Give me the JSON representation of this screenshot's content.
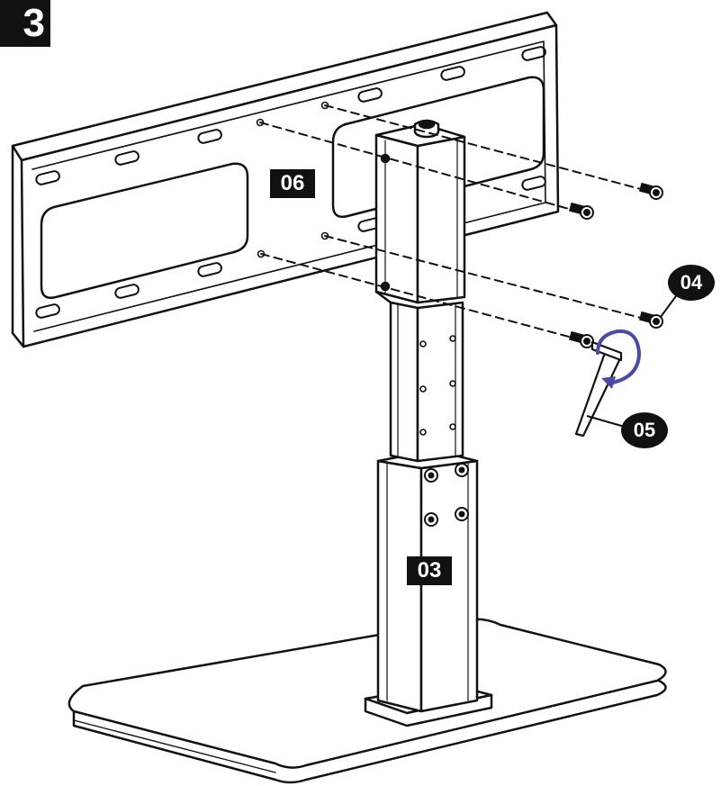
{
  "step": {
    "number": "3"
  },
  "labels": {
    "wall_plate": "06",
    "column": "03",
    "screws": "04",
    "hex_key": "05"
  },
  "colors": {
    "ink": "#111111",
    "rotation_arrow": "#4a4aa8",
    "paper": "#ffffff"
  }
}
